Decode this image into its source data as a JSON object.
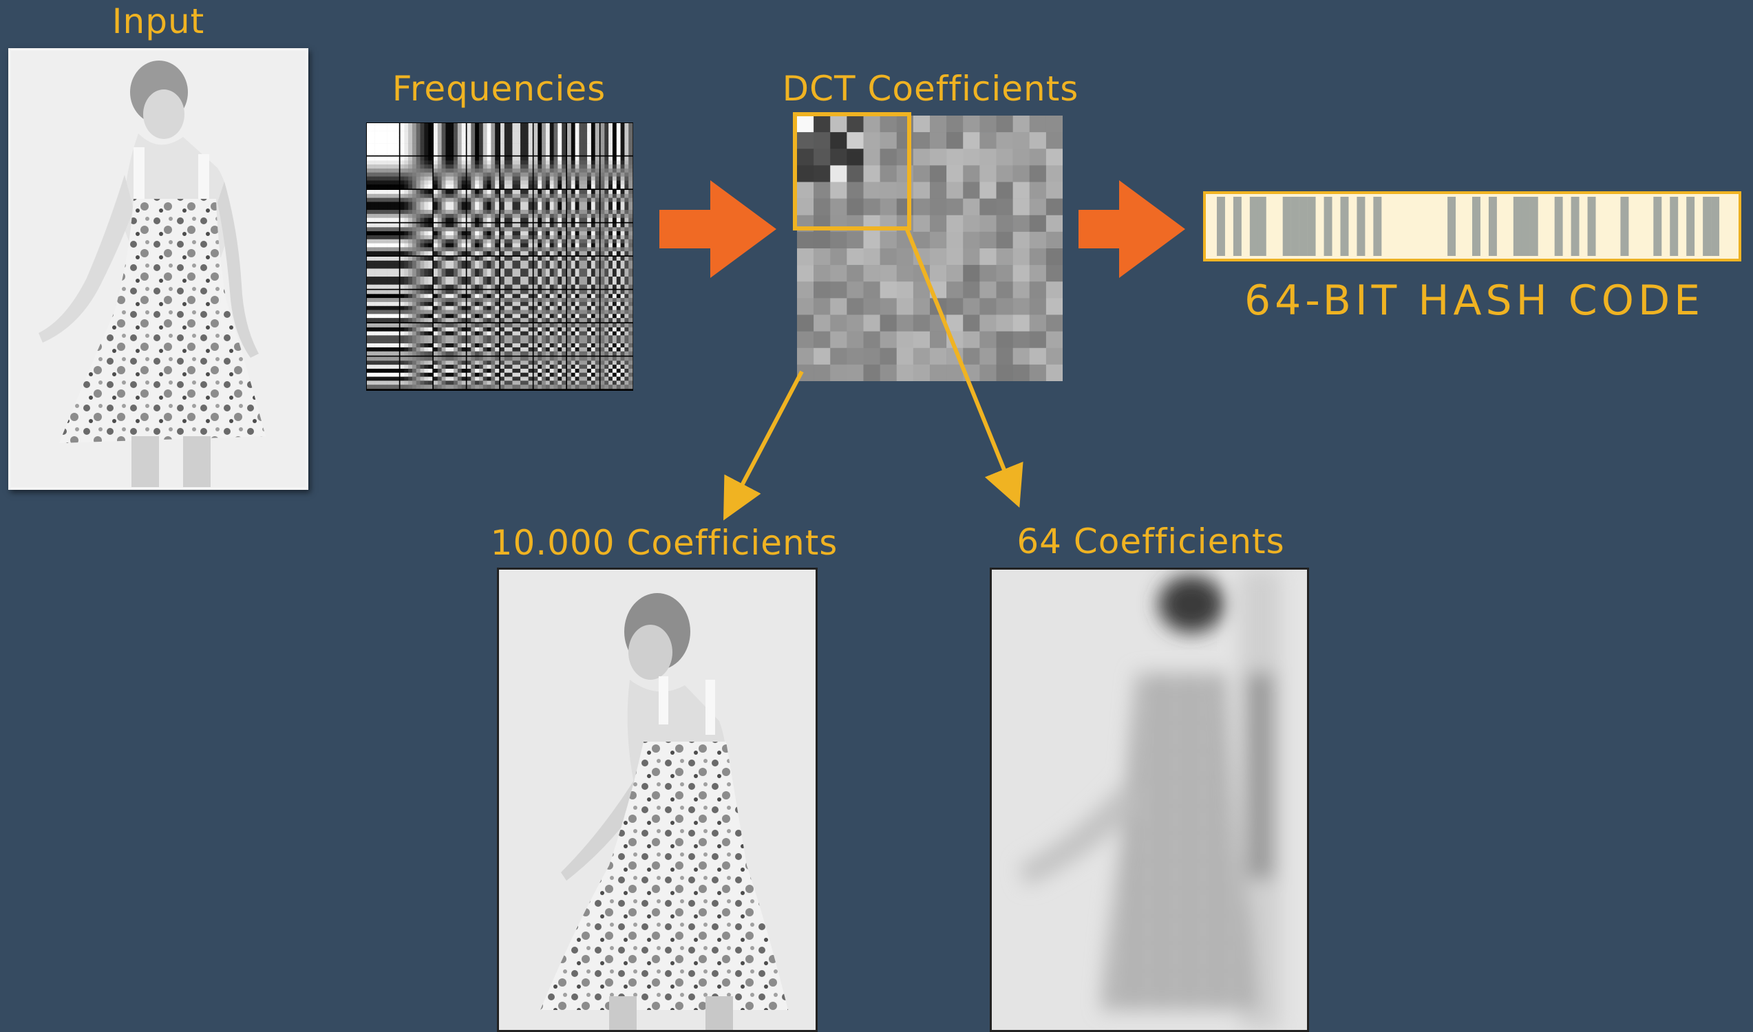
{
  "labels": {
    "input": "Input",
    "frequencies": "Frequencies",
    "dct": "DCT Coefficients",
    "hash": "64-BIT HASH CODE",
    "coeff_10k": "10.000 Coefficients",
    "coeff_64": "64 Coefficients"
  },
  "colors": {
    "background": "#364b61",
    "accent": "#f0b322",
    "arrow": "#f06a24",
    "hash_on": "#fdf3d6",
    "hash_off": "#a3a8a2"
  },
  "hash_bits": [
    1,
    0,
    1,
    0,
    1,
    0,
    0,
    1,
    1,
    0,
    0,
    0,
    0,
    1,
    0,
    1,
    0,
    1,
    0,
    1,
    0,
    1,
    1,
    1,
    1,
    1,
    1,
    1,
    1,
    0,
    1,
    1,
    0,
    1,
    0,
    1,
    1,
    0,
    0,
    0,
    1,
    1,
    0,
    1,
    0,
    1,
    0,
    1,
    1,
    1,
    0,
    1,
    1,
    1,
    0,
    1,
    0,
    1,
    0,
    1,
    0,
    0,
    1,
    1
  ]
}
